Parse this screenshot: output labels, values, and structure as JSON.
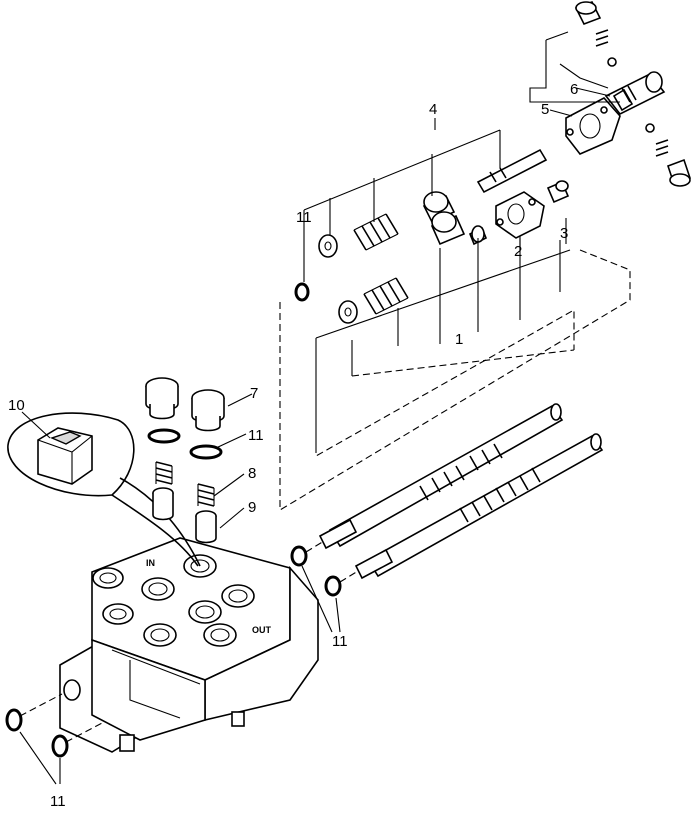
{
  "callouts": {
    "c1": "1",
    "c2": "2",
    "c3": "3",
    "c4": "4",
    "c5": "5",
    "c6": "6",
    "c7": "7",
    "c8": "8",
    "c9": "9",
    "c10": "10",
    "c11_upper": "11",
    "c11_mid": "11",
    "c11_body": "11",
    "c11_bottom": "11"
  },
  "body_markings": {
    "in": "IN",
    "out": "OUT"
  }
}
